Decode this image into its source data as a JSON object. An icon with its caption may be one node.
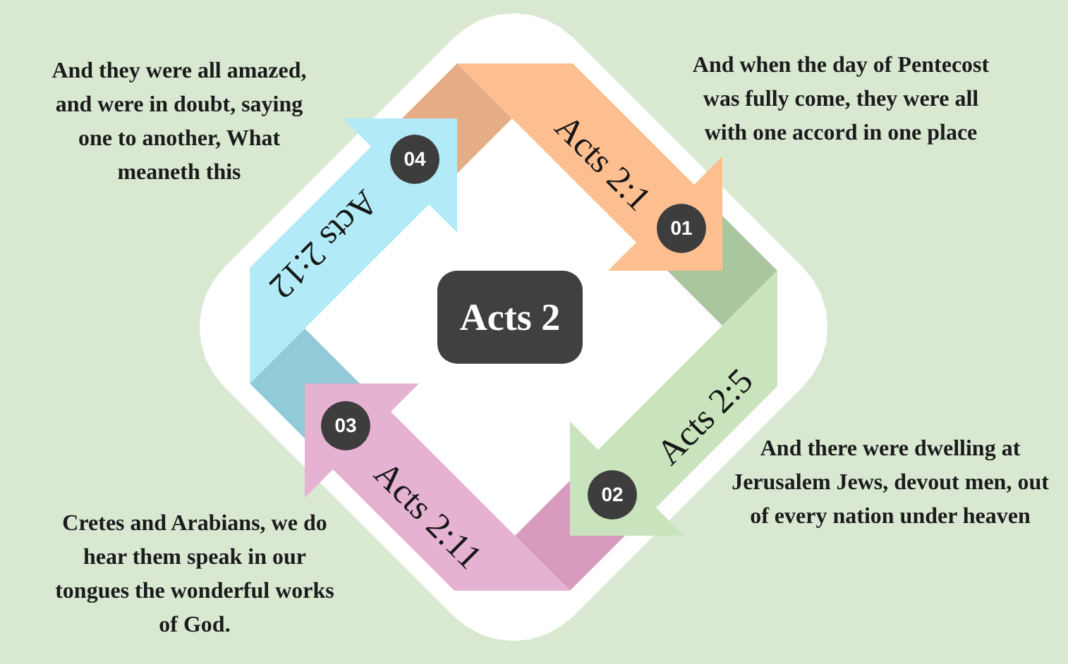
{
  "diagram": {
    "nodes": [
      {
        "text": [
          "Acts 2"
        ]
      },
      {
        "text": [
          "Acts 2:1",
          "01"
        ],
        "beside": [
          "And when the day of Pentecost was fully come, they were all with one accord in one place"
        ]
      },
      {
        "text": [
          "Acts 2:5",
          "02"
        ],
        "beside": [
          "And there were dwelling at Jerusalem Jews, devout men, out of every nation under heaven"
        ]
      },
      {
        "text": [
          "Acts 2:11",
          "03"
        ],
        "beside": [
          "Cretes and Arabians, we do hear them speak in our tongues the wonderful works of God."
        ]
      },
      {
        "text": [
          "Acts 2:12",
          "04"
        ],
        "beside": [
          "And they were all amazed, and were in doubt, saying one to another, What meaneth this"
        ]
      }
    ]
  }
}
